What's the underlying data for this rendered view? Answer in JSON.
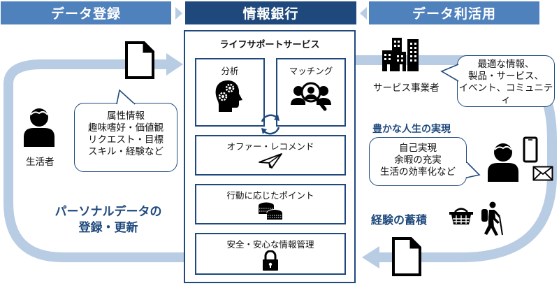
{
  "header": {
    "left": "データ登録",
    "center": "情報銀行",
    "right": "データ利活用"
  },
  "bank": {
    "title": "ライフサポートサービス",
    "services": [
      {
        "label": "分析",
        "icon": "head-gears-icon"
      },
      {
        "label": "マッチング",
        "icon": "people-search-icon"
      },
      {
        "label": "オファー・レコメンド",
        "icon": "paper-plane-icon"
      },
      {
        "label": "行動に応じたポイント",
        "icon": "coins-icon"
      },
      {
        "label": "安全・安心な情報管理",
        "icon": "padlock-icon"
      }
    ],
    "cycle_icon": "refresh-cycle-icon"
  },
  "left": {
    "actor_label": "生活者",
    "bubble_lines": [
      "属性情報",
      "趣味嗜好・価値観",
      "リクエスト・目標",
      "スキル・経験など"
    ],
    "flow_label_lines": [
      "パーソナルデータの",
      "登録・更新"
    ]
  },
  "right": {
    "provider_label": "サービス事業者",
    "provider_bubble_lines": [
      "最適な情報、",
      "製品・サービス、",
      "イベント、コミュニティ"
    ],
    "life_title": "豊かな人生の実現",
    "life_bubble_lines": [
      "自己実現",
      "余暇の充実",
      "生活の効率化など"
    ],
    "experience_label": "経験の蓄積"
  },
  "colors": {
    "header_light": "#4f81bd",
    "header_dark": "#1f497d",
    "flow_arrow": "#b8cce4",
    "label_blue": "#1f497d"
  }
}
